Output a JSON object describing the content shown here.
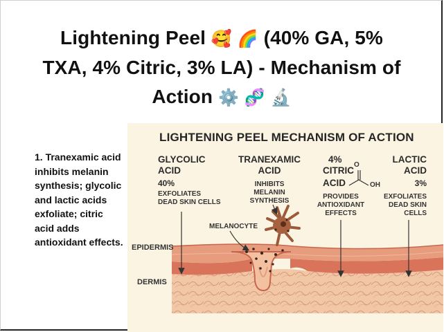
{
  "page": {
    "title_main": "Lightening Peel",
    "title_emoji_1": "🥰",
    "title_emoji_2": "🌈",
    "title_tail_line1": "(40% GA, 5%",
    "title_line2": "TXA, 4% Citric, 3% LA) - Mechanism of",
    "title_line3": "Action",
    "title_emoji_3": "⚙️",
    "title_emoji_4": "🧬",
    "title_emoji_5": "🔬"
  },
  "sidebar": {
    "text": "1. Tranexamic acid inhibits melanin synthesis; glycolic and lactic acids exfoliate; citric acid adds antioxidant effects."
  },
  "diagram": {
    "heading": "LIGHTENING PEEL MECHANISM OF ACTION",
    "glycolic": {
      "name_1": "GLYCOLIC",
      "name_2": "ACID",
      "percent": "40%",
      "effect_1": "EXFOLIATES",
      "effect_2": "DEAD SKIN CELLS"
    },
    "tranexamic": {
      "name_1": "TRANEXAMIC",
      "name_2": "ACID",
      "effect_1": "INHIBITS",
      "effect_2": "MELANIN",
      "effect_3": "SYNTHESIS"
    },
    "citric": {
      "percent": "4%",
      "name_1": "CITRIC",
      "name_2": "ACID",
      "formula_o": "O",
      "formula_oh": "OH",
      "effect_1": "PROVIDES",
      "effect_2": "ANTIOXIDANT",
      "effect_3": "EFFECTS"
    },
    "lactic": {
      "name_1": "LACTIC",
      "name_2": "ACID",
      "percent": "3%",
      "effect_1": "EXFOLIATES",
      "effect_2": "DEAD SKIN",
      "effect_3": "CELLS"
    },
    "melanocyte_label": "MELANOCYTE",
    "epidermis_label": "EPIDERMIS",
    "dermis_label": "DERMIS",
    "colors": {
      "panel_bg": "#fbf4e2",
      "epidermis_top": "#e79c7d",
      "epidermis_band": "#d9735a",
      "dermis": "#f1c7a6",
      "melanocyte": "#9b5a3b"
    }
  }
}
